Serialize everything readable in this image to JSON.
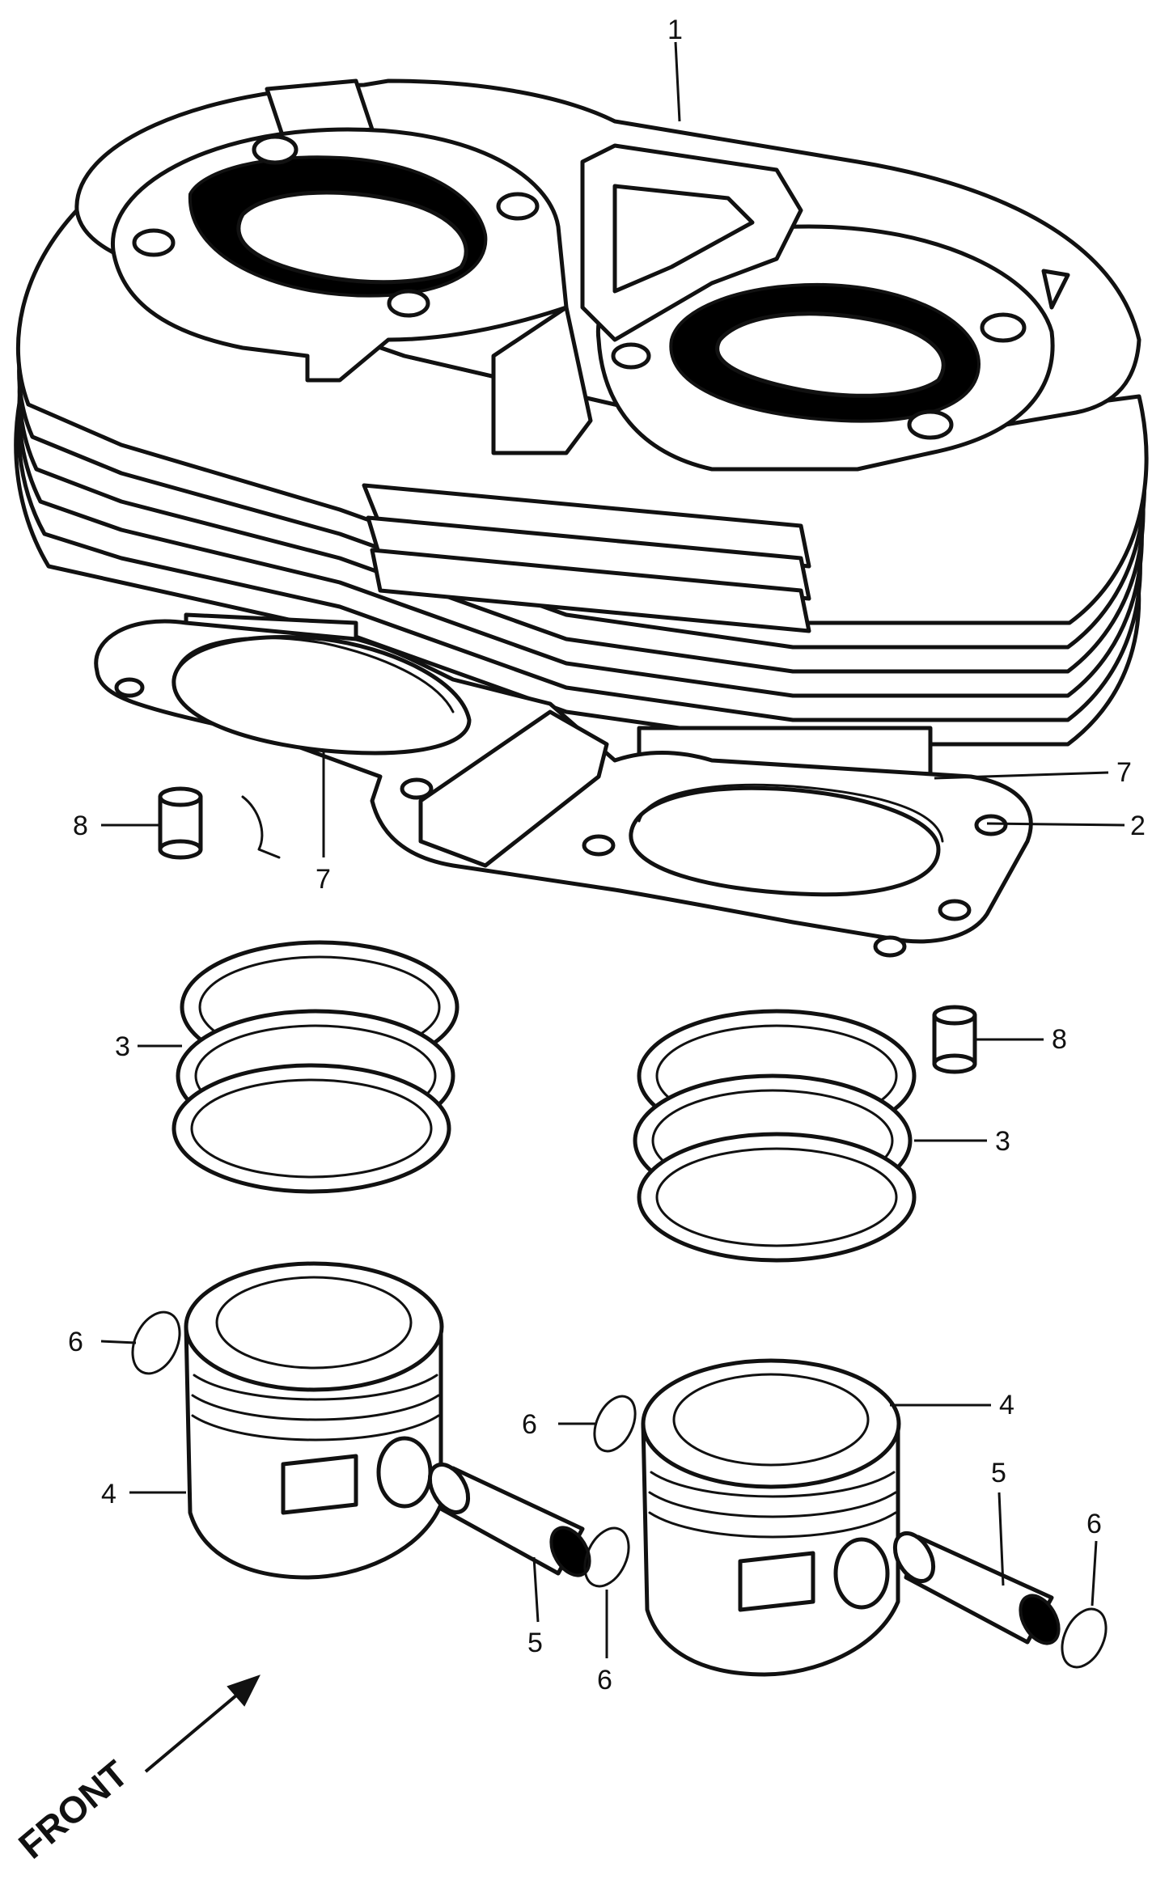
{
  "callouts": {
    "c1": "1",
    "c2": "2",
    "c3a": "3",
    "c3b": "3",
    "c4a": "4",
    "c4b": "4",
    "c5a": "5",
    "c5b": "5",
    "c6a": "6",
    "c6b": "6",
    "c6c": "6",
    "c6d": "6",
    "c7a": "7",
    "c7b": "7",
    "c8a": "8",
    "c8b": "8"
  },
  "front_label": "FRONT",
  "colors": {
    "ink": "#111111",
    "paper": "#ffffff"
  }
}
